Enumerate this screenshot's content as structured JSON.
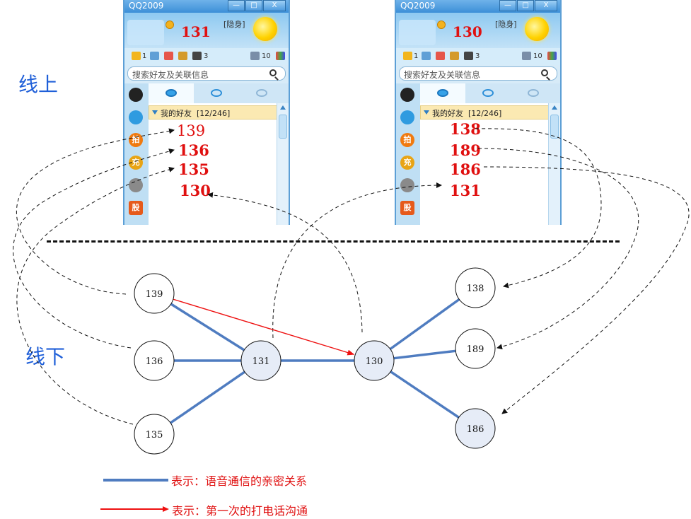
{
  "labels": {
    "online": "线上",
    "offline": "线下"
  },
  "panels": [
    {
      "title": "QQ2009",
      "self_number": "131",
      "invisible": "[隐身]",
      "search_placeholder": "搜索好友及关联信息",
      "group_title": "我的好友",
      "group_count": "[12/246]",
      "toolbar": {
        "stars": "1",
        "coins": "3",
        "msgs": "10"
      },
      "contacts": [
        "139",
        "136",
        "135",
        "130"
      ]
    },
    {
      "title": "QQ2009",
      "self_number": "130",
      "invisible": "[隐身]",
      "search_placeholder": "搜索好友及关联信息",
      "group_title": "我的好友",
      "group_count": "[12/246]",
      "toolbar": {
        "stars": "1",
        "coins": "3",
        "msgs": "10"
      },
      "contacts": [
        "138",
        "189",
        "186",
        "131"
      ]
    }
  ],
  "window_buttons": {
    "minimize": "—",
    "maximize": "□",
    "close": "X"
  },
  "left_icons": [
    "qq-penguin-icon",
    "globe-icon",
    "pai-icon",
    "chong-icon",
    "star-icon",
    "gu-icon"
  ],
  "left_icon_glyphs": [
    "",
    "",
    "拍",
    "充",
    "",
    "股"
  ],
  "graph": {
    "nodes": [
      "139",
      "136",
      "135",
      "131",
      "130",
      "138",
      "189",
      "186"
    ],
    "voice_links": [
      [
        "139",
        "131"
      ],
      [
        "136",
        "131"
      ],
      [
        "135",
        "131"
      ],
      [
        "131",
        "130"
      ],
      [
        "130",
        "138"
      ],
      [
        "130",
        "189"
      ],
      [
        "130",
        "186"
      ]
    ],
    "first_call_links": [
      [
        "139",
        "130"
      ]
    ],
    "mapping_links": [
      [
        "139",
        "139"
      ],
      [
        "136",
        "136"
      ],
      [
        "135",
        "135"
      ],
      [
        "130",
        "130"
      ],
      [
        "138",
        "138"
      ],
      [
        "189",
        "189"
      ],
      [
        "186",
        "186"
      ],
      [
        "131",
        "131"
      ]
    ]
  },
  "legend": {
    "voice": "表示：语音通信的亲密关系",
    "first_call": "表示：第一次的打电话沟通"
  },
  "colors": {
    "voice_link": "#4f7cc0",
    "first_call": "#ee1111",
    "contact_text": "#e01010",
    "label_blue": "#1f5fd8"
  }
}
